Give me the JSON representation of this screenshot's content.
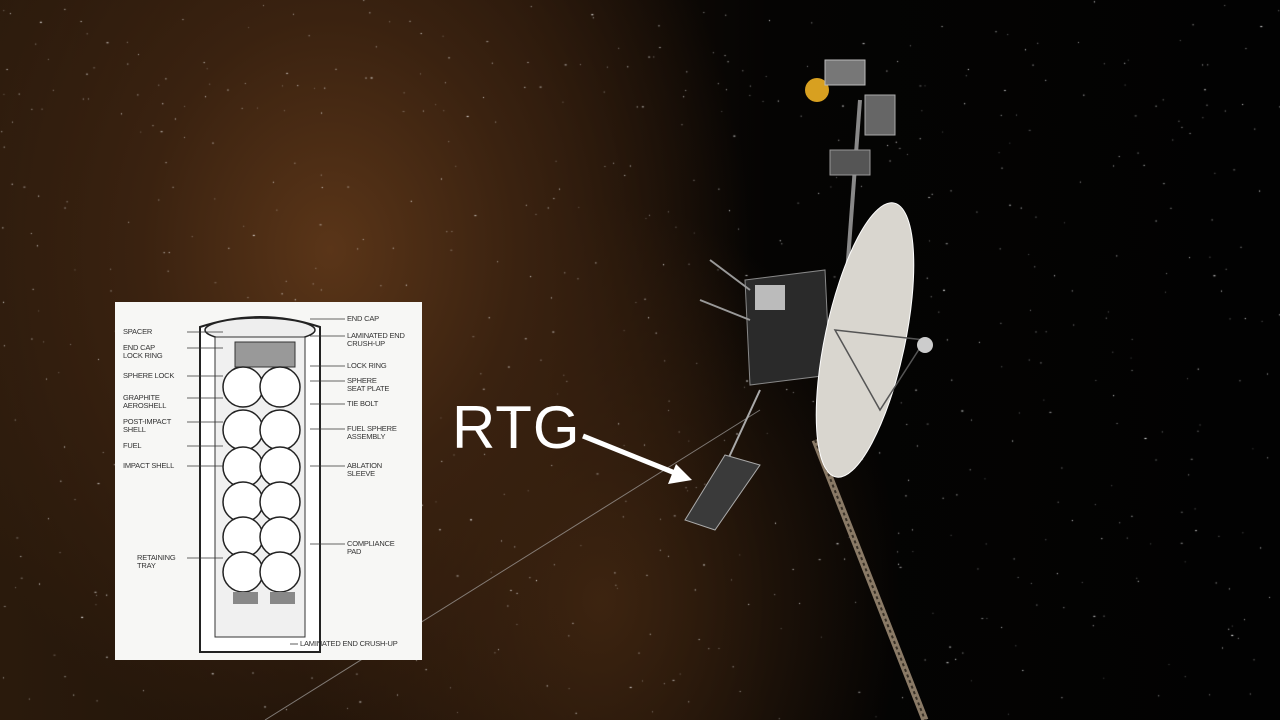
{
  "callout": {
    "label": "RTG",
    "color": "#ffffff"
  },
  "diagram": {
    "left_labels": [
      "Spacer",
      "End cap\nlock ring",
      "Sphere lock",
      "Graphite\naeroshell",
      "Post-impact\nshell",
      "Fuel",
      "Impact shell",
      "Retaining\ntray"
    ],
    "right_labels": [
      "End cap",
      "Laminated end\ncrush-up",
      "Lock ring",
      "Sphere\nseat plate",
      "Tie bolt",
      "Fuel sphere\nassembly",
      "Ablation\nsleeve",
      "Compliance\npad",
      "Laminated end crush-up"
    ]
  },
  "colors": {
    "space": "#020202",
    "nebula": "#5a3518",
    "panel": "#f7f7f5"
  }
}
